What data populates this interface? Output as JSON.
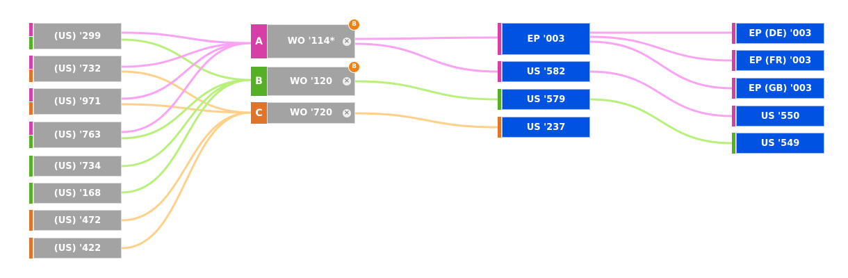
{
  "colors": {
    "A": "#d63fa6",
    "B": "#55b025",
    "C": "#e07428",
    "link_A": "#f9a3f3",
    "link_B": "#b9ef7c",
    "link_C": "#ffd08a",
    "priority": "#a3a3a3",
    "family": "#0052e0"
  },
  "priorities": [
    {
      "id": "p299",
      "label": "(US) '299",
      "groups": [
        "A",
        "B"
      ]
    },
    {
      "id": "p732",
      "label": "(US) '732",
      "groups": [
        "A",
        "C"
      ]
    },
    {
      "id": "p971",
      "label": "(US) '971",
      "groups": [
        "A",
        "C"
      ]
    },
    {
      "id": "p763",
      "label": "(US) '763",
      "groups": [
        "A",
        "B"
      ]
    },
    {
      "id": "p734",
      "label": "(US) '734",
      "groups": [
        "B"
      ]
    },
    {
      "id": "p168",
      "label": "(US) '168",
      "groups": [
        "B"
      ]
    },
    {
      "id": "p472",
      "label": "(US) '472",
      "groups": [
        "C"
      ]
    },
    {
      "id": "p422",
      "label": "(US) '422",
      "groups": [
        "C"
      ]
    }
  ],
  "pct": [
    {
      "id": "A",
      "letter": "A",
      "label": "WO '114*",
      "badge": "B",
      "close_icon": "×"
    },
    {
      "id": "B",
      "letter": "B",
      "label": "WO '120",
      "badge": "B",
      "close_icon": "×"
    },
    {
      "id": "C",
      "letter": "C",
      "label": "WO '720",
      "close_icon": "×"
    }
  ],
  "regional": [
    {
      "id": "ep003",
      "label": "EP '003",
      "group": "A"
    },
    {
      "id": "us582",
      "label": "US '582",
      "group": "A"
    },
    {
      "id": "us579",
      "label": "US '579",
      "group": "B"
    },
    {
      "id": "us237",
      "label": "US '237",
      "group": "C"
    }
  ],
  "national": [
    {
      "id": "epde",
      "label": "EP (DE) '003",
      "group": "A"
    },
    {
      "id": "epfr",
      "label": "EP (FR) '003",
      "group": "A"
    },
    {
      "id": "epgb",
      "label": "EP (GB) '003",
      "group": "A"
    },
    {
      "id": "us550",
      "label": "US '550",
      "group": "A"
    },
    {
      "id": "us549",
      "label": "US '549",
      "group": "B"
    }
  ]
}
